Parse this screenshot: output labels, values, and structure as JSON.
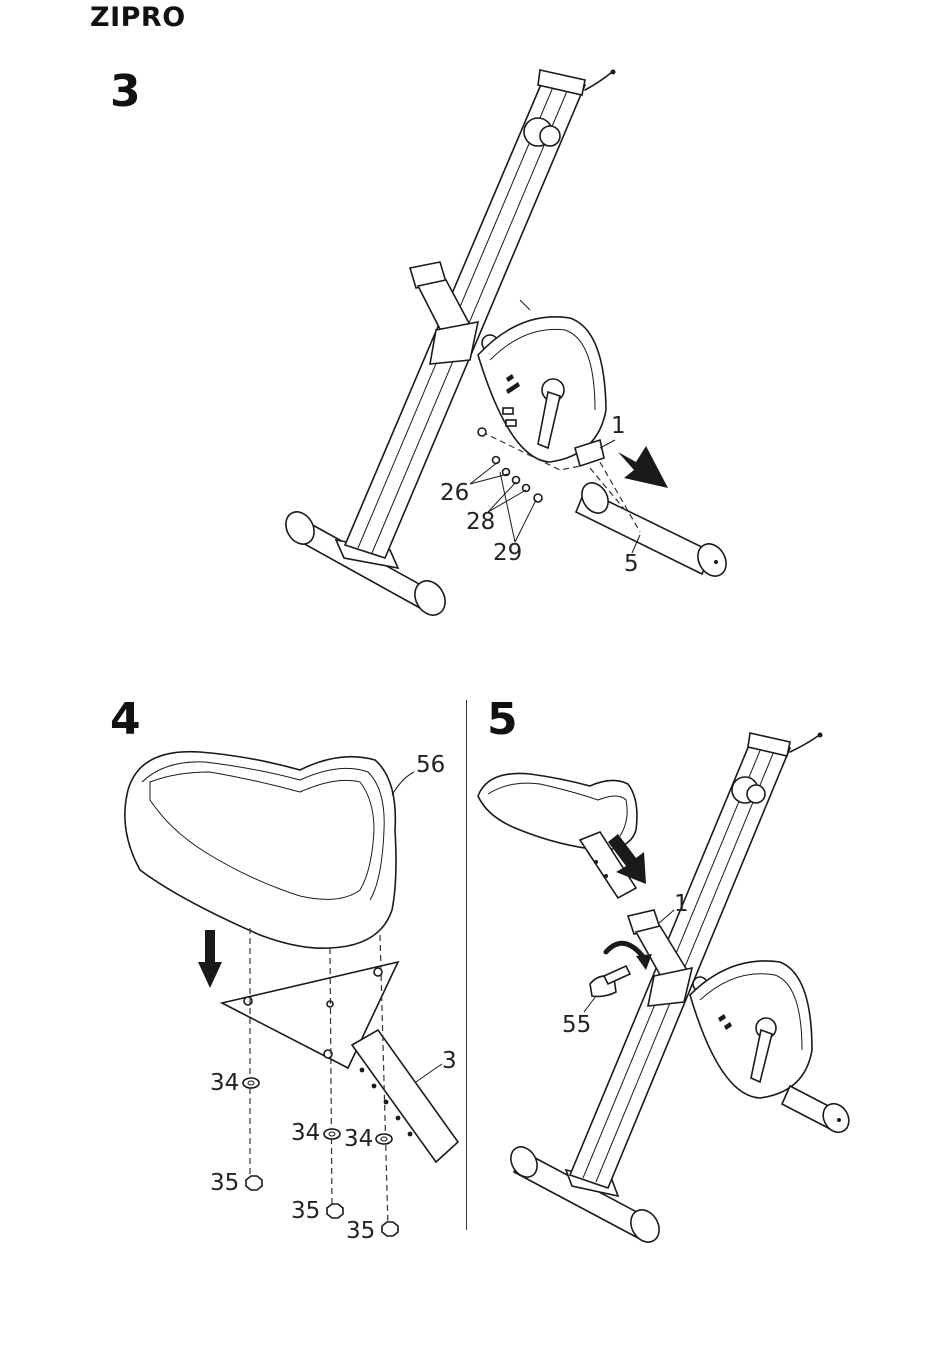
{
  "brand": "ZIPRO",
  "steps": [
    {
      "number": "3",
      "labels": [
        "1",
        "26",
        "28",
        "29",
        "5"
      ]
    },
    {
      "number": "4",
      "labels": [
        "56",
        "3",
        "34",
        "34",
        "34",
        "35",
        "35",
        "35"
      ]
    },
    {
      "number": "5",
      "labels": [
        "1",
        "55"
      ]
    }
  ]
}
